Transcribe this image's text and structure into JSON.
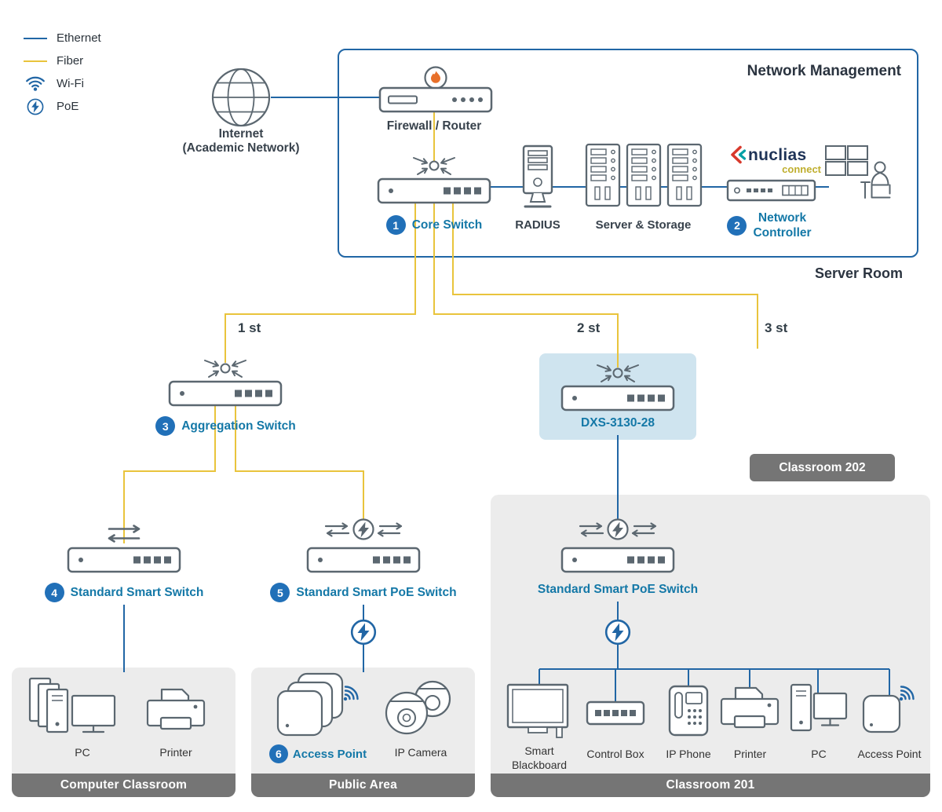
{
  "colors": {
    "ethernet_blue": "#2166a5",
    "fiber_yellow": "#e9c43c",
    "label_teal": "#1478a7",
    "badge_blue": "#2170b8",
    "area_gray": "#ececec",
    "bar_gray": "#757575",
    "highlight_blue": "#cfe4ef",
    "flame_orange": "#e8702a"
  },
  "legend": {
    "ethernet": "Ethernet",
    "fiber": "Fiber",
    "wifi": "Wi-Fi",
    "poe": "PoE"
  },
  "internet": {
    "line1": "Internet",
    "line2": "(Academic Network)"
  },
  "network_management": {
    "title": "Network Management",
    "room": "Server Room",
    "firewall": "Firewall / Router",
    "core_switch": {
      "num": "1",
      "label": "Core Switch"
    },
    "radius": "RADIUS",
    "servers": "Server & Storage",
    "controller": {
      "num": "2",
      "line1": "Network",
      "line2": "Controller"
    },
    "nuclias": {
      "brand": "nuclias",
      "sub": "connect"
    }
  },
  "floors": {
    "f1": "1 st",
    "f2": "2 st",
    "f3": "3 st"
  },
  "aggregation": {
    "num": "3",
    "label": "Aggregation Switch"
  },
  "dxs": {
    "label": "DXS-3130-28"
  },
  "classroom202": "Classroom 202",
  "smart_switch": {
    "num": "4",
    "label": "Standard Smart Switch"
  },
  "poe_switch_public": {
    "num": "5",
    "label": "Standard Smart PoE Switch"
  },
  "poe_switch_201": "Standard Smart PoE Switch",
  "computer_classroom": {
    "title": "Computer Classroom",
    "pc": "PC",
    "printer": "Printer"
  },
  "public_area": {
    "title": "Public Area",
    "access_point": {
      "num": "6",
      "label": "Access Point"
    },
    "ip_camera": "IP Camera"
  },
  "classroom201": {
    "title": "Classroom 201",
    "devices": [
      "Smart Blackboard",
      "Control Box",
      "IP Phone",
      "Printer",
      "PC",
      "Access Point"
    ]
  }
}
